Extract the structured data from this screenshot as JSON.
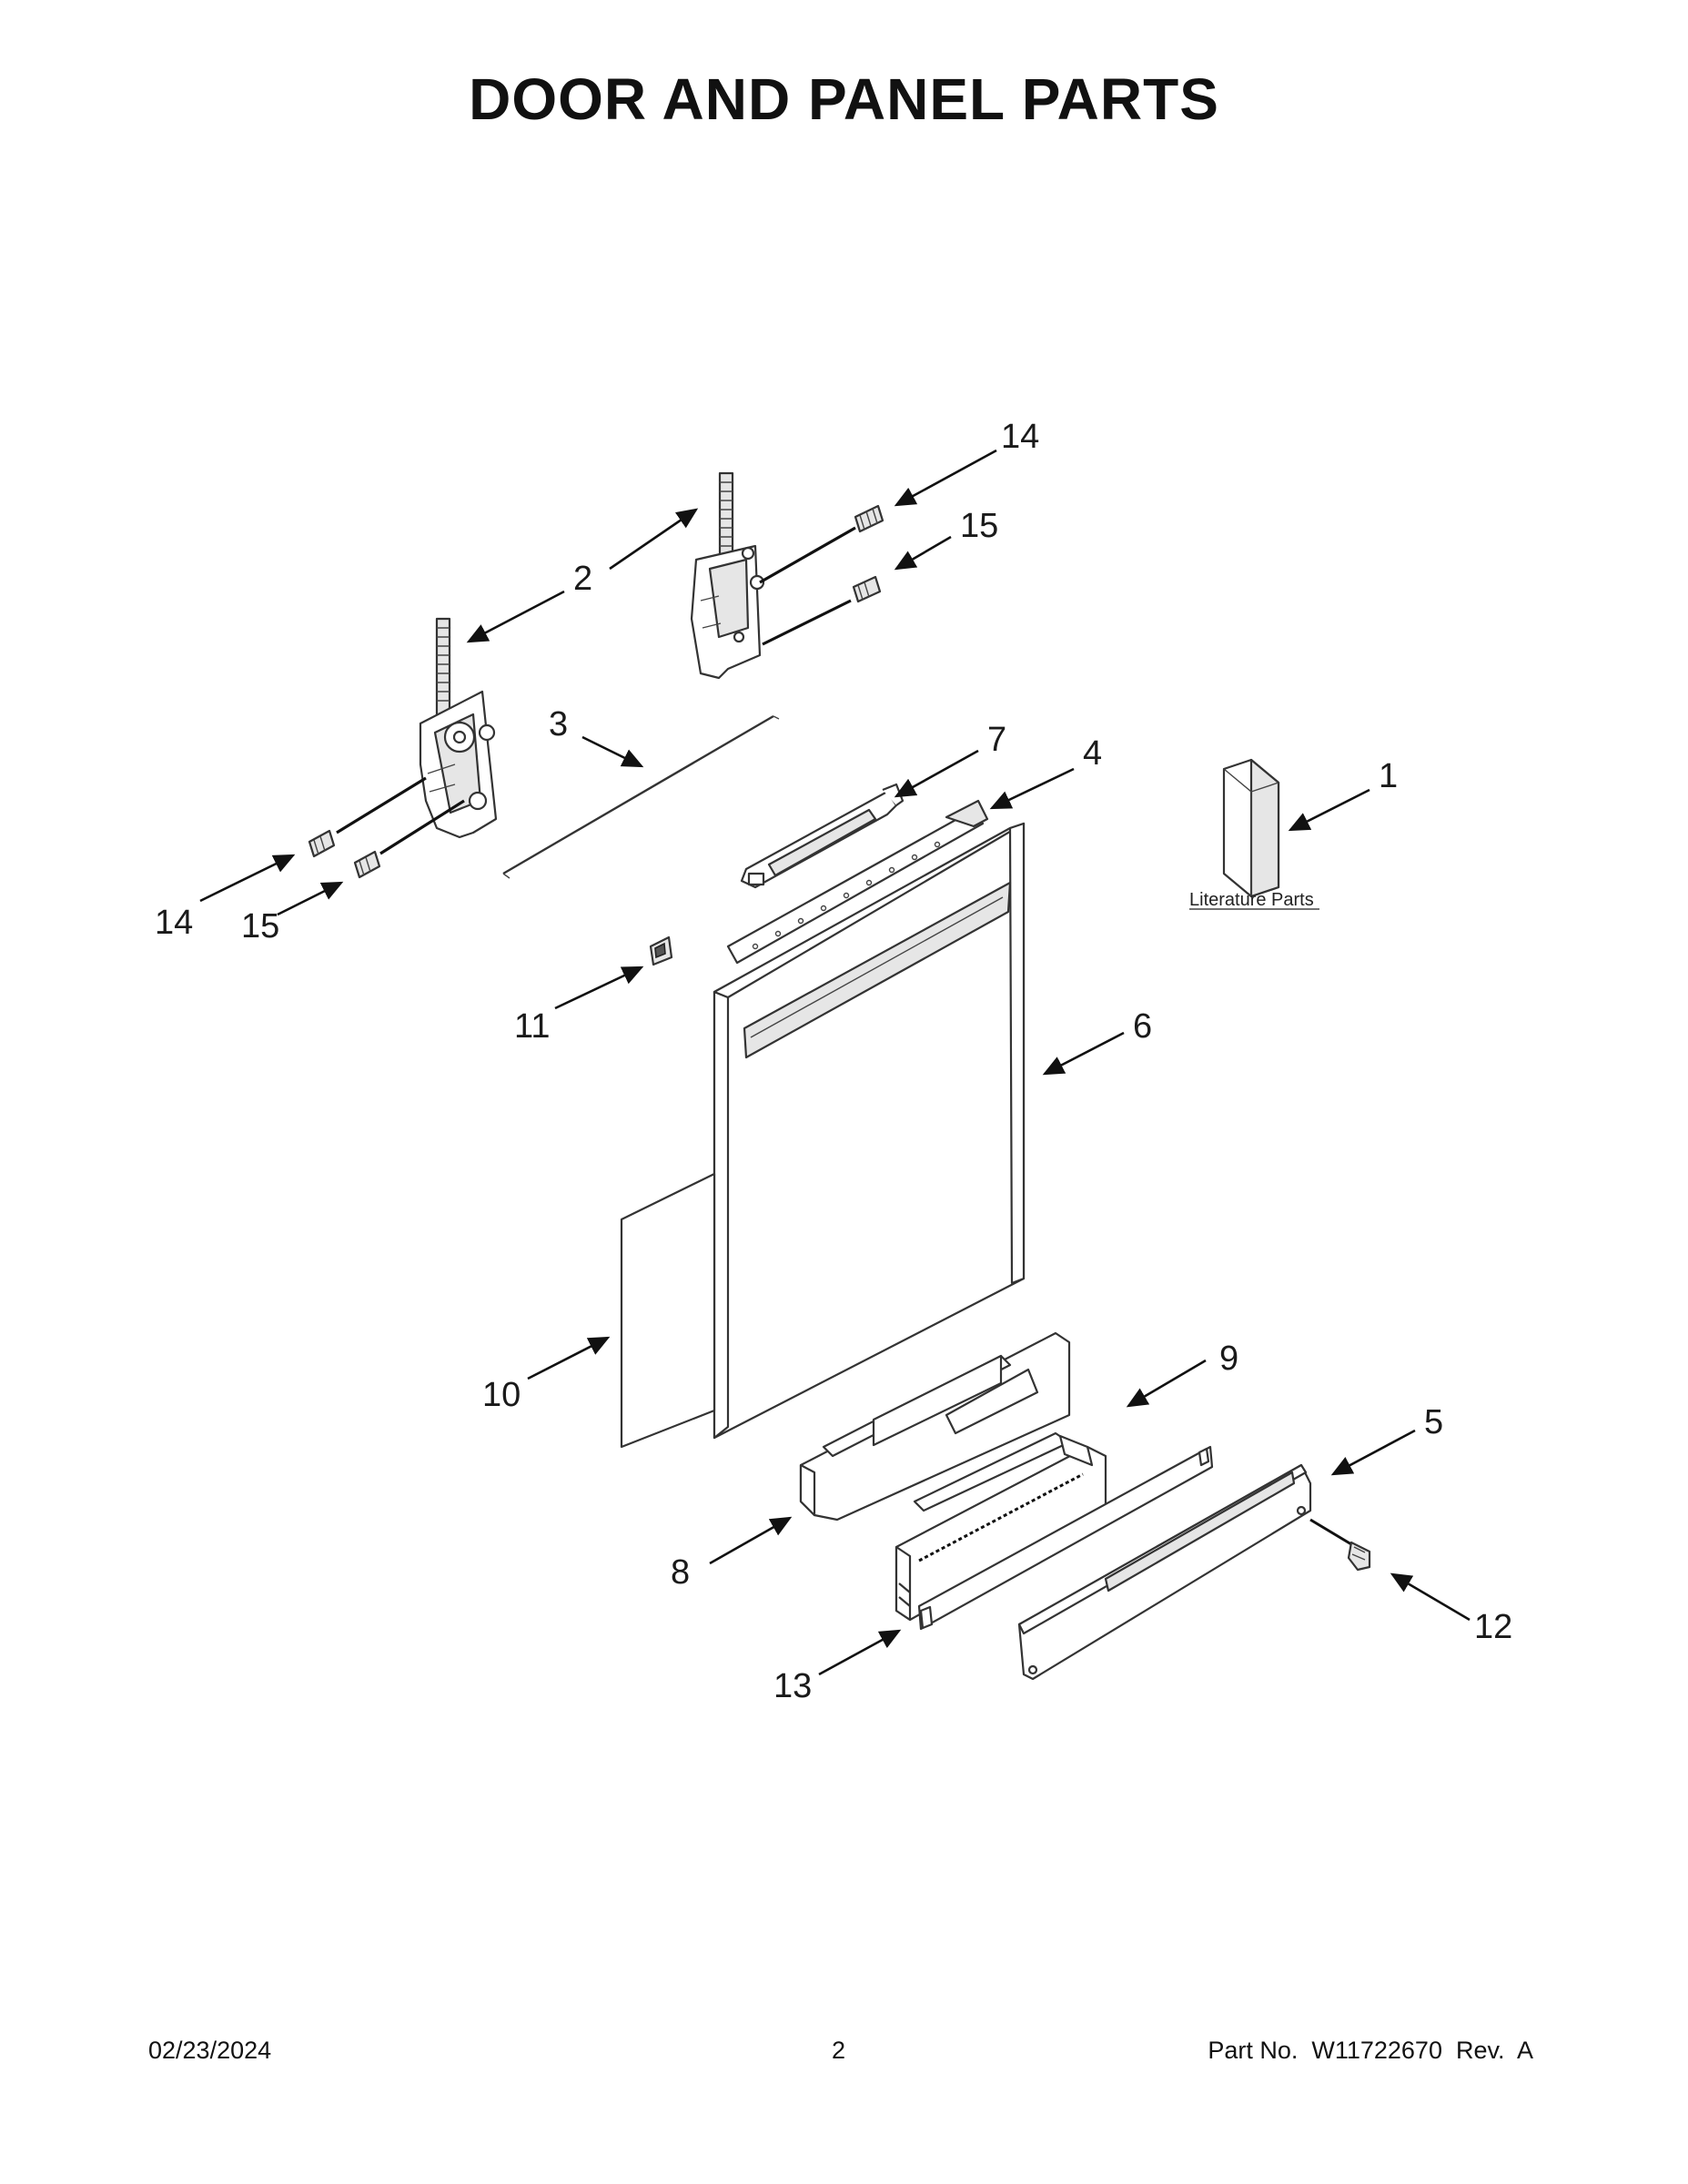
{
  "title": "DOOR AND PANEL PARTS",
  "callouts": {
    "c1": "1",
    "c2": "2",
    "c3": "3",
    "c4": "4",
    "c5": "5",
    "c6": "6",
    "c7": "7",
    "c8": "8",
    "c9": "9",
    "c10": "10",
    "c11": "11",
    "c12": "12",
    "c13": "13",
    "c14_top": "14",
    "c14_left": "14",
    "c15_top": "15",
    "c15_left": "15"
  },
  "literature_label": "Literature Parts",
  "footer": {
    "date": "02/23/2024",
    "page": "2",
    "part_no": "Part No.  W11722670  Rev.  A"
  }
}
